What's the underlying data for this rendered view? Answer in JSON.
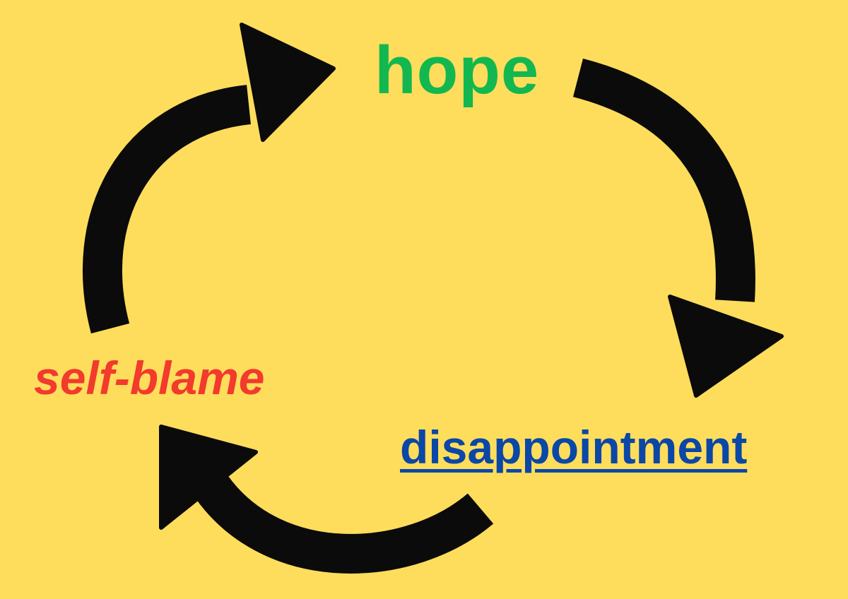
{
  "colors": {
    "background": "#ffdd5c",
    "arrow": "#0b0b0b",
    "hope": "#12b84f",
    "self_blame": "#f23a2d",
    "disappointment": "#0b47a6"
  },
  "cycle": {
    "hope": "hope",
    "disappointment": "disappointment",
    "self_blame": "self-blame"
  }
}
